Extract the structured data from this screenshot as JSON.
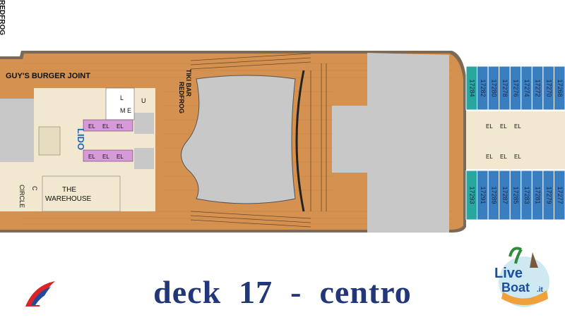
{
  "labels": {
    "burger": "GUY'S BURGER JOINT",
    "redfrog1": "REDFROG",
    "redfrog2": "TIKI BAR",
    "lido": "LIDO",
    "warehouse1": "THE",
    "warehouse2": "WAREHOUSE",
    "circle1": "CIRCLE",
    "circle2": "C",
    "u": "U",
    "l": "L",
    "m": "M",
    "e": "E",
    "el": "EL"
  },
  "cabins": {
    "top": [
      "17284",
      "17282",
      "17280",
      "17278",
      "17276",
      "17274",
      "17272",
      "17270",
      "17268"
    ],
    "bottom": [
      "17293",
      "17291",
      "17289",
      "17287",
      "17285",
      "17283",
      "17281",
      "17279",
      "17277"
    ]
  },
  "caption": "deck  17  -  centro",
  "logos": {
    "liveboat_line1": "Live",
    "liveboat_line2": "Boat",
    "liveboat_suffix": ".it"
  },
  "colors": {
    "wood": "#d4914f",
    "wood_dark": "#b06a2c",
    "gray": "#c8c8c8",
    "cream": "#f2e8cf",
    "cabin_blue": "#3a7ec0",
    "cabin_teal": "#2aa6a0",
    "elevator_pink": "#d79ad9",
    "caption_blue": "#21377a"
  }
}
